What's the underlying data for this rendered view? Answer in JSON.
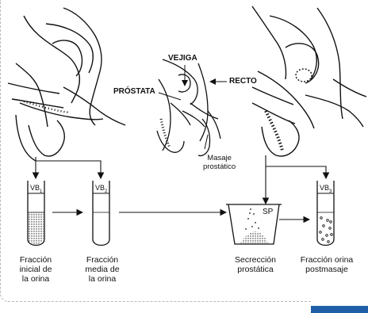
{
  "anatomy_labels": {
    "bladder": "VEJIGA",
    "prostate": "PRÓSTATA",
    "rectum": "RECTO",
    "massage": "Masaje\nprostático"
  },
  "tubes": [
    {
      "id_main": "VB",
      "id_sub": "1",
      "caption": "Fracción\ninicial de\nla orina",
      "fill": "dense-dots"
    },
    {
      "id_main": "VB",
      "id_sub": "2",
      "caption": "Fracción\nmedia de\nla orina",
      "fill": "empty"
    },
    {
      "id_main": "VB",
      "id_sub": "3",
      "caption": "Fracción orina\npostmasaje",
      "fill": "sparse-circles"
    }
  ],
  "beaker": {
    "label": "SP",
    "caption": "Secrección\nprostática"
  },
  "colors": {
    "ink": "#111111",
    "accent_tab": "#1f5fa8"
  }
}
